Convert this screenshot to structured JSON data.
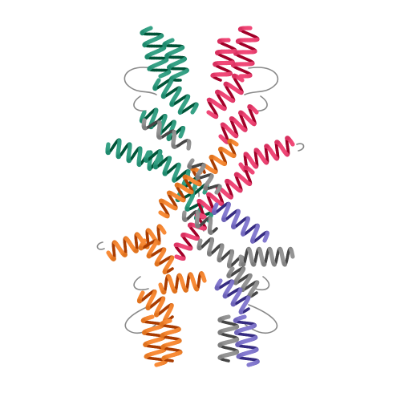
{
  "image": {
    "background": "#ffffff",
    "subject": "protein-ribbon-structure",
    "chains": [
      {
        "name": "chain-a",
        "color": "#1f8a6e"
      },
      {
        "name": "chain-b",
        "color": "#d8305f"
      },
      {
        "name": "chain-c",
        "color": "#e0731f"
      },
      {
        "name": "chain-d",
        "color": "#6d63b8"
      },
      {
        "name": "chain-e",
        "color": "#7d7d7d"
      }
    ],
    "loop_color": "#888888"
  }
}
